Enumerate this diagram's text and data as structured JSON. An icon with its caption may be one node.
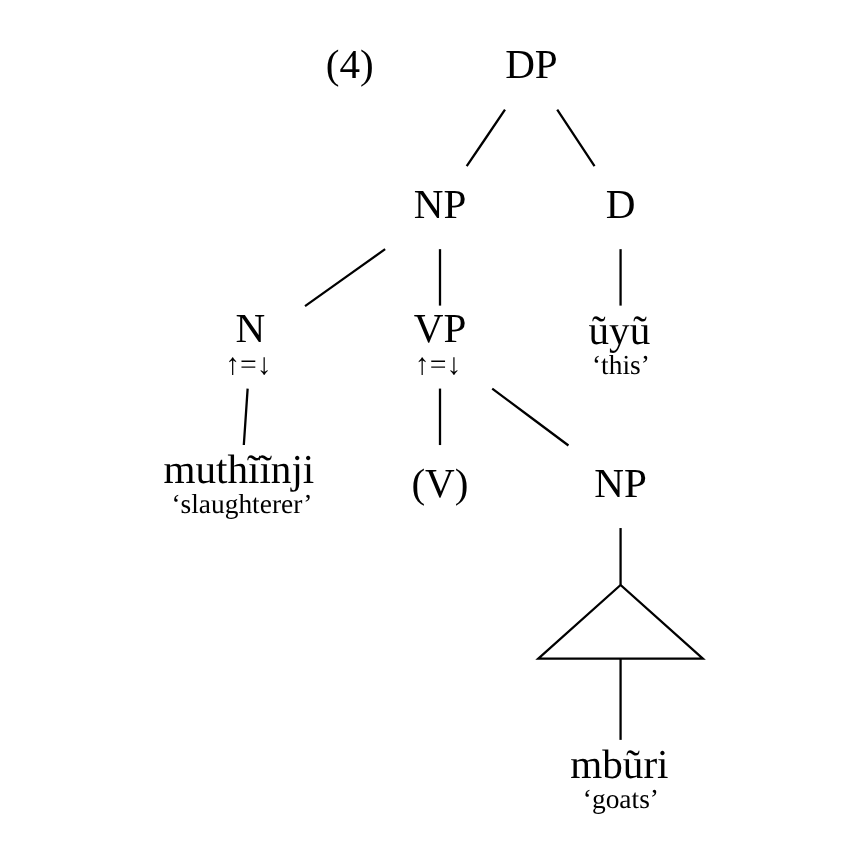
{
  "diagram": {
    "nodes": [
      {
        "text": [
          "DP"
        ]
      },
      {
        "text": [
          "NP"
        ]
      },
      {
        "text": [
          "D"
        ]
      },
      {
        "text": [
          "N",
          "↑=↓"
        ]
      },
      {
        "text": [
          "VP",
          "↑=↓"
        ]
      },
      {
        "text": [
          "ũyũ"
        ],
        "beside": [
          "‘this’"
        ]
      },
      {
        "text": [
          "muthĩĩnji"
        ],
        "beside": [
          "‘slaughterer’"
        ]
      },
      {
        "text": [
          "(V)"
        ]
      },
      {
        "text": [
          "NP"
        ]
      },
      {
        "text": [],
        "shape": "triangle"
      },
      {
        "text": [
          "mbũri"
        ],
        "beside": [
          "‘goats’"
        ]
      }
    ],
    "edges": [
      {
        "from": 0,
        "to": 1,
        "arrow": "none"
      },
      {
        "from": 0,
        "to": 2,
        "arrow": "none"
      },
      {
        "from": 1,
        "to": 3,
        "arrow": "none"
      },
      {
        "from": 1,
        "to": 4,
        "arrow": "none"
      },
      {
        "from": 2,
        "to": 5,
        "arrow": "none"
      },
      {
        "from": 3,
        "to": 6,
        "arrow": "none"
      },
      {
        "from": 4,
        "to": 7,
        "arrow": "none"
      },
      {
        "from": 4,
        "to": 8,
        "arrow": "none"
      },
      {
        "from": 8,
        "to": 9,
        "arrow": "none"
      },
      {
        "from": 9,
        "to": 10,
        "arrow": "none"
      }
    ],
    "labels": [
      "(4)"
    ]
  }
}
